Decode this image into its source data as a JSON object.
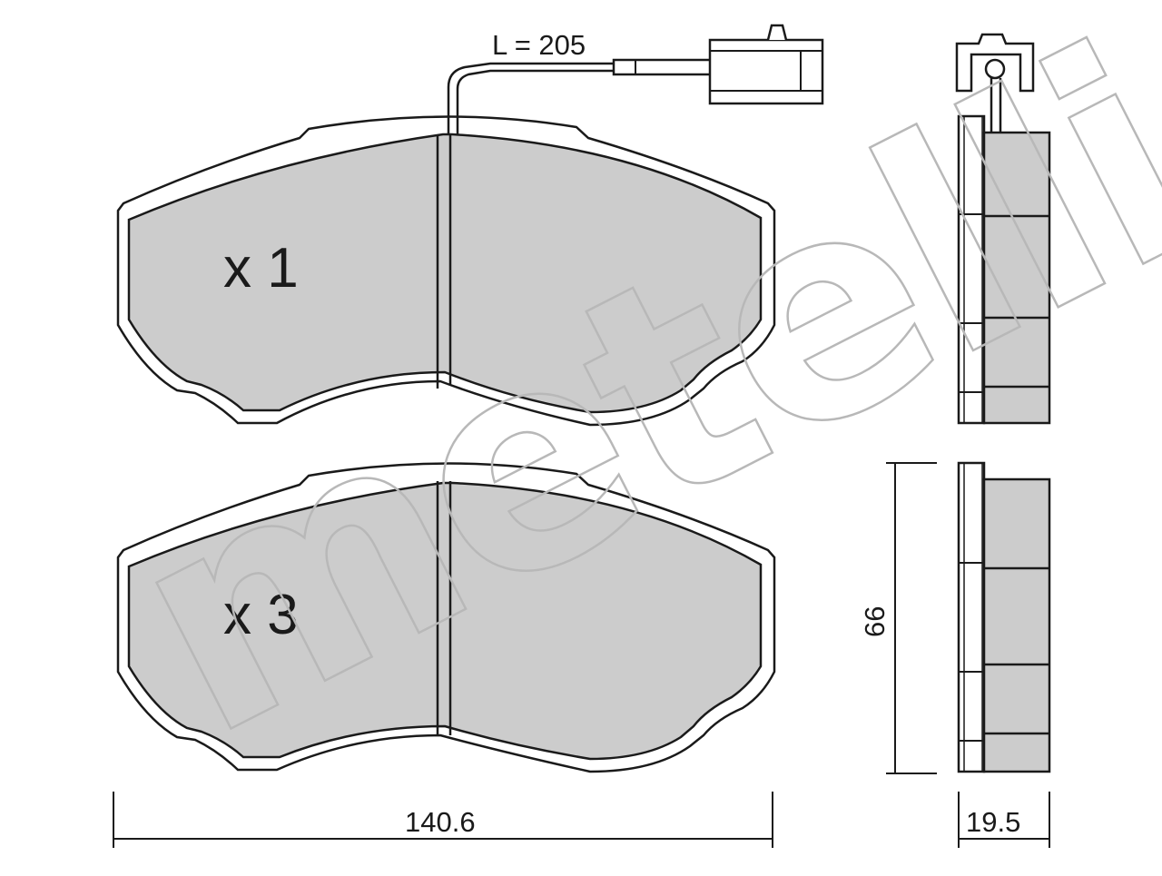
{
  "colors": {
    "pad_fill": "#cccccc",
    "outline": "#1a1a1a",
    "watermark": "#b8b8b8",
    "background": "#ffffff"
  },
  "watermark": {
    "text": "metelli"
  },
  "pads": [
    {
      "quantity_label": "x 1",
      "has_wear_sensor": true
    },
    {
      "quantity_label": "x 3",
      "has_wear_sensor": false
    }
  ],
  "sensor": {
    "cable_length_label": "L = 205"
  },
  "dimensions": {
    "width_label": "140.6",
    "height_label": "66",
    "thickness_label": "19.5"
  }
}
